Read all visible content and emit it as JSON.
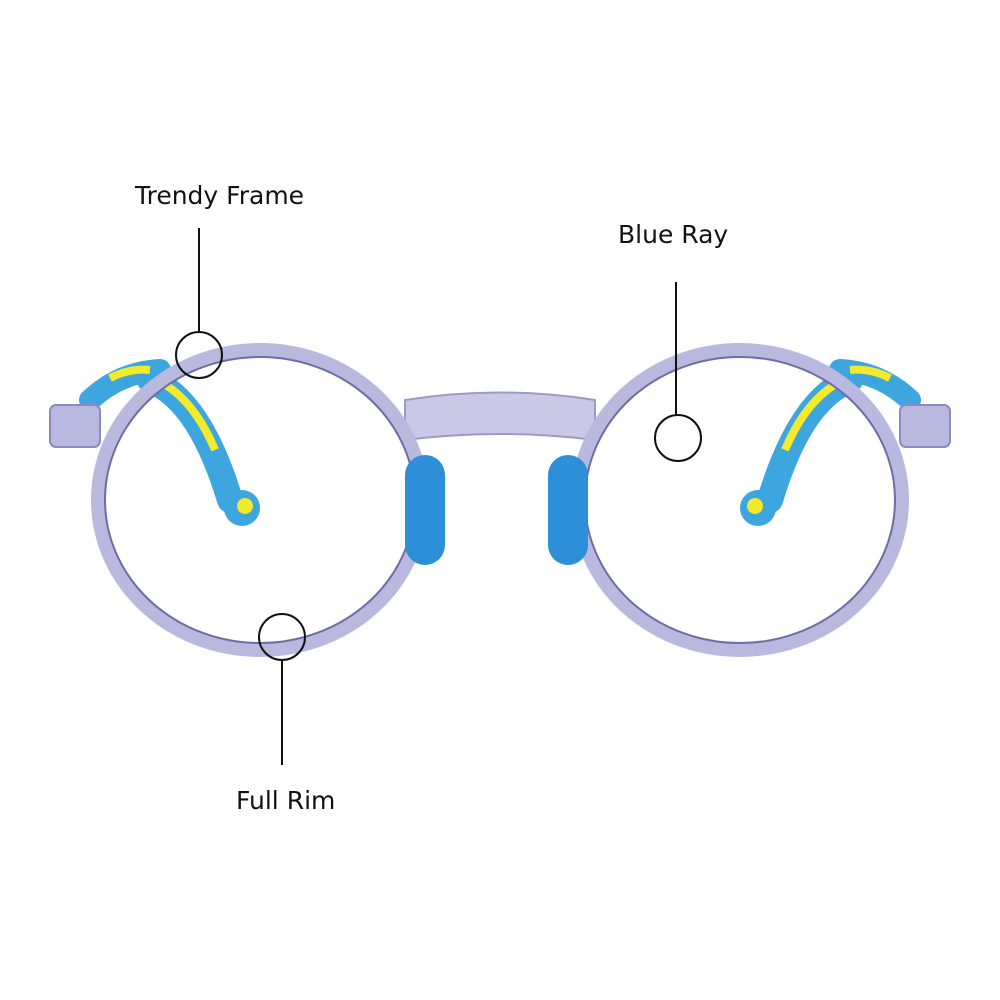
{
  "callouts": {
    "trendy_frame": "Trendy Frame",
    "blue_ray": "Blue Ray",
    "full_rim": "Full Rim"
  },
  "colors": {
    "frame": "#b9b8de",
    "frame_edge": "#6e6ca6",
    "temple_blue": "#3ea6df",
    "temple_yellow": "#f2ea2a",
    "pad_blue": "#2d8fd8",
    "line": "#111111"
  }
}
